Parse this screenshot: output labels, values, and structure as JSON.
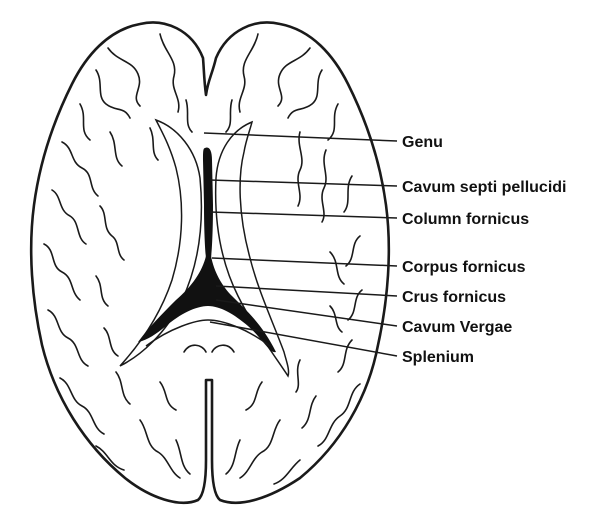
{
  "labels": {
    "genu": "Genu",
    "cavum_septi_pellucidi": "Cavum septi pellucidi",
    "column_fornicus": "Column fornicus",
    "corpus_fornicus": "Corpus fornicus",
    "crus_fornicus": "Crus fornicus",
    "cavum_vergae": "Cavum Vergae",
    "splenium": "Splenium"
  },
  "colors": {
    "ink": "#1a1a1a",
    "background": "#ffffff"
  }
}
